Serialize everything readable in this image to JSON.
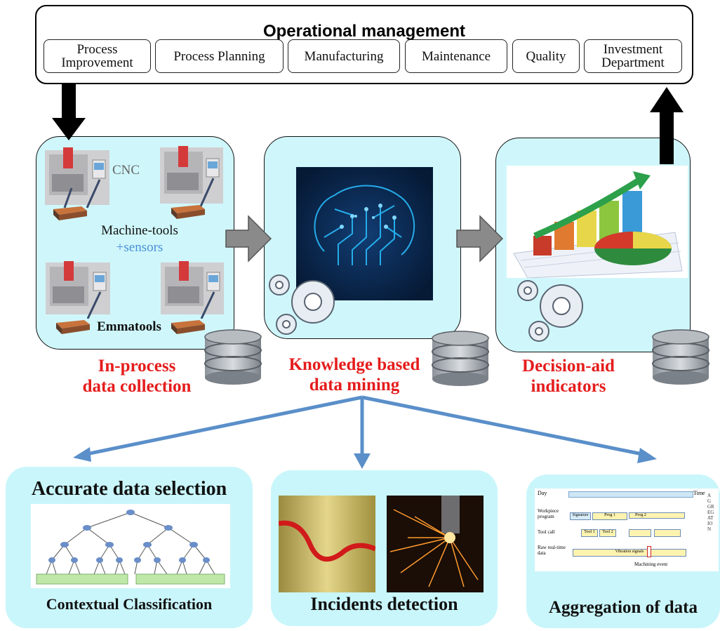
{
  "operational_management": {
    "title": "Operational management",
    "departments": [
      "Process\nImprovement",
      "Process Planning",
      "Manufacturing",
      "Maintenance",
      "Quality",
      "Investment\nDepartment"
    ]
  },
  "stages": {
    "collection": {
      "cnc_label": "CNC",
      "machine_label": "Machine-tools",
      "sensors_label": "+sensors",
      "emmatools_label": "Emmatools",
      "caption": "In-process\ndata collection"
    },
    "mining": {
      "caption": "Knowledge based\ndata mining"
    },
    "indicators": {
      "caption": "Decision-aid\nindicators"
    }
  },
  "panels": {
    "selection": {
      "title": "Accurate data selection",
      "subtitle": "Contextual Classification"
    },
    "incidents": {
      "title": "Incidents detection"
    },
    "aggregation": {
      "title": "Aggregation of data",
      "chart": {
        "day": "Day",
        "time": "Time",
        "workpiece": "Workpiece\nprogram",
        "signature": "Signature",
        "prog1": "Prog 1",
        "prog2": "Prog 2",
        "toolcall": "Tool call",
        "tool1": "Tool 1",
        "tool2": "Tool 2",
        "raw": "Raw real-time\ndata",
        "vibration": "Vibration signals",
        "event": "Machining event",
        "aggregation": "AGGREGATION"
      }
    }
  },
  "colors": {
    "accent_red": "#e51c1c",
    "panel_cyan": "#c9f6fb",
    "arrow_blue": "#5a8fc9",
    "sensor_blue": "#4a8fd8"
  }
}
